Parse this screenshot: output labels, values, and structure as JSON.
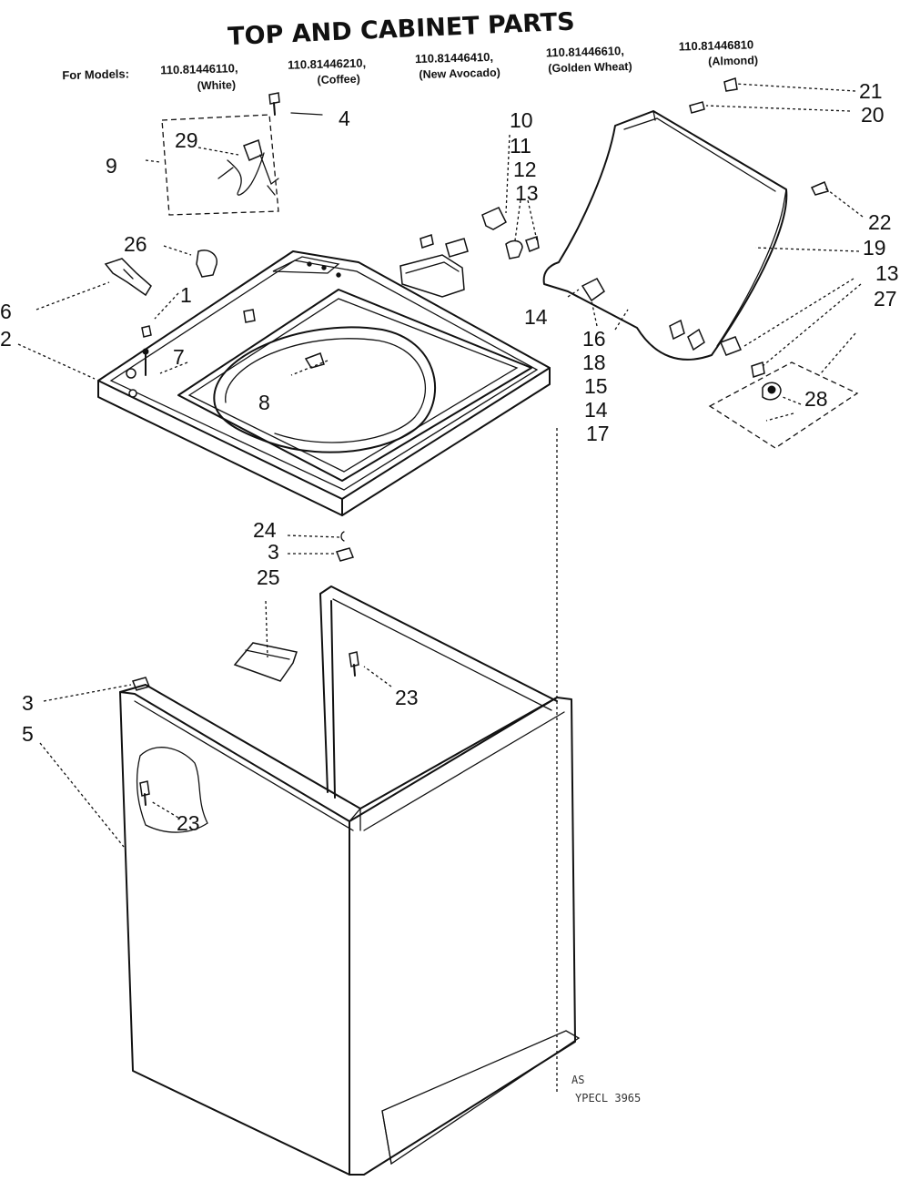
{
  "header": {
    "title": "TOP AND CABINET PARTS",
    "models_prefix": "For Models:",
    "models": [
      {
        "number": "110.81446110,",
        "color": "(White)"
      },
      {
        "number": "110.81446210,",
        "color": "(Coffee)"
      },
      {
        "number": "110.81446410,",
        "color": "(New Avocado)"
      },
      {
        "number": "110.81446610,",
        "color": "(Golden Wheat)"
      },
      {
        "number": "110.81446810",
        "color": "(Almond)"
      }
    ]
  },
  "callouts": [
    "29",
    "9",
    "4",
    "10",
    "11",
    "12",
    "13",
    "21",
    "20",
    "26",
    "6",
    "2",
    "1",
    "7",
    "8",
    "14",
    "16",
    "18",
    "15",
    "14",
    "17",
    "22",
    "19",
    "13",
    "27",
    "28",
    "24",
    "3",
    "25",
    "3",
    "5",
    "23",
    "23"
  ],
  "stamp": {
    "line1": "AS",
    "line2": "YPECL 3965"
  }
}
